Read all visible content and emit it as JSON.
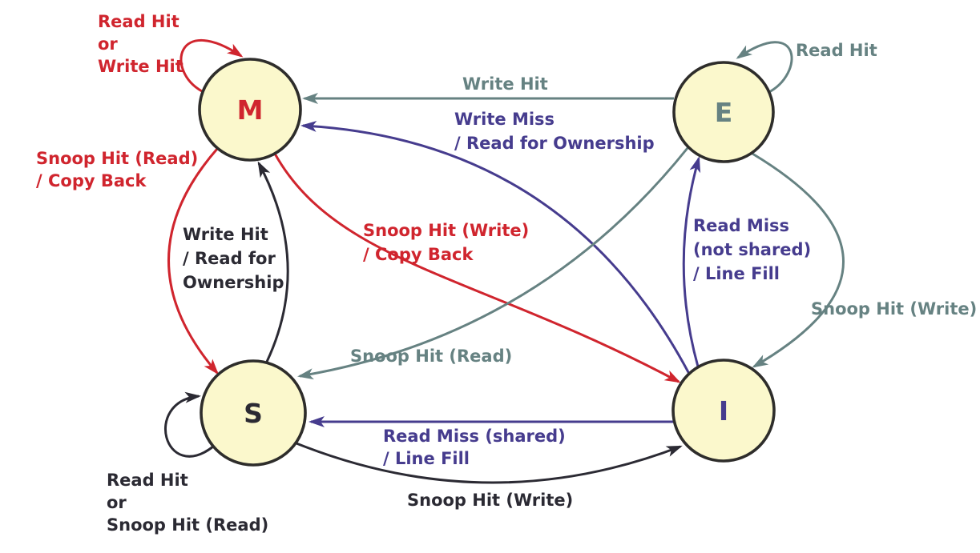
{
  "diagram_title": "MESI cache coherence protocol state diagram",
  "colors": {
    "red": "#d0252e",
    "gray": "#668282",
    "purple": "#463c8e",
    "black": "#2b2a33",
    "node_fill": "#fbf8cc",
    "node_border": "#2e2d2b",
    "background": "#ffffff"
  },
  "states": {
    "m": {
      "label": "M"
    },
    "e": {
      "label": "E"
    },
    "s": {
      "label": "S"
    },
    "i": {
      "label": "I"
    }
  },
  "transitions": {
    "m_self": {
      "from": "M",
      "to": "M",
      "lines": [
        "Read Hit",
        "or",
        "Write Hit"
      ]
    },
    "e_self": {
      "from": "E",
      "to": "E",
      "lines": [
        "Read Hit"
      ]
    },
    "e_to_m": {
      "from": "E",
      "to": "M",
      "lines": [
        "Write Hit"
      ]
    },
    "i_to_m": {
      "from": "I",
      "to": "M",
      "lines": [
        "Write Miss",
        "/ Read for Ownership"
      ]
    },
    "m_to_s": {
      "from": "M",
      "to": "S",
      "lines": [
        "Snoop Hit (Read)",
        "/ Copy Back"
      ]
    },
    "s_to_m": {
      "from": "S",
      "to": "M",
      "lines": [
        "Write Hit",
        "/ Read for",
        "Ownership"
      ]
    },
    "m_to_i": {
      "from": "M",
      "to": "I",
      "lines": [
        "Snoop Hit (Write)",
        "/ Copy Back"
      ]
    },
    "i_to_e": {
      "from": "I",
      "to": "E",
      "lines": [
        "Read Miss",
        "(not shared)",
        "/ Line Fill"
      ]
    },
    "e_to_i": {
      "from": "E",
      "to": "I",
      "lines": [
        "Snoop Hit (Write)"
      ]
    },
    "e_to_s": {
      "from": "E",
      "to": "S",
      "lines": [
        "Snoop Hit (Read)"
      ]
    },
    "i_to_s": {
      "from": "I",
      "to": "S",
      "lines": [
        "Read Miss (shared)",
        "/ Line Fill"
      ]
    },
    "s_to_i": {
      "from": "S",
      "to": "I",
      "lines": [
        "Snoop Hit (Write)"
      ]
    },
    "s_self": {
      "from": "S",
      "to": "S",
      "lines": [
        "Read Hit",
        "or",
        "Snoop Hit (Read)"
      ]
    }
  }
}
